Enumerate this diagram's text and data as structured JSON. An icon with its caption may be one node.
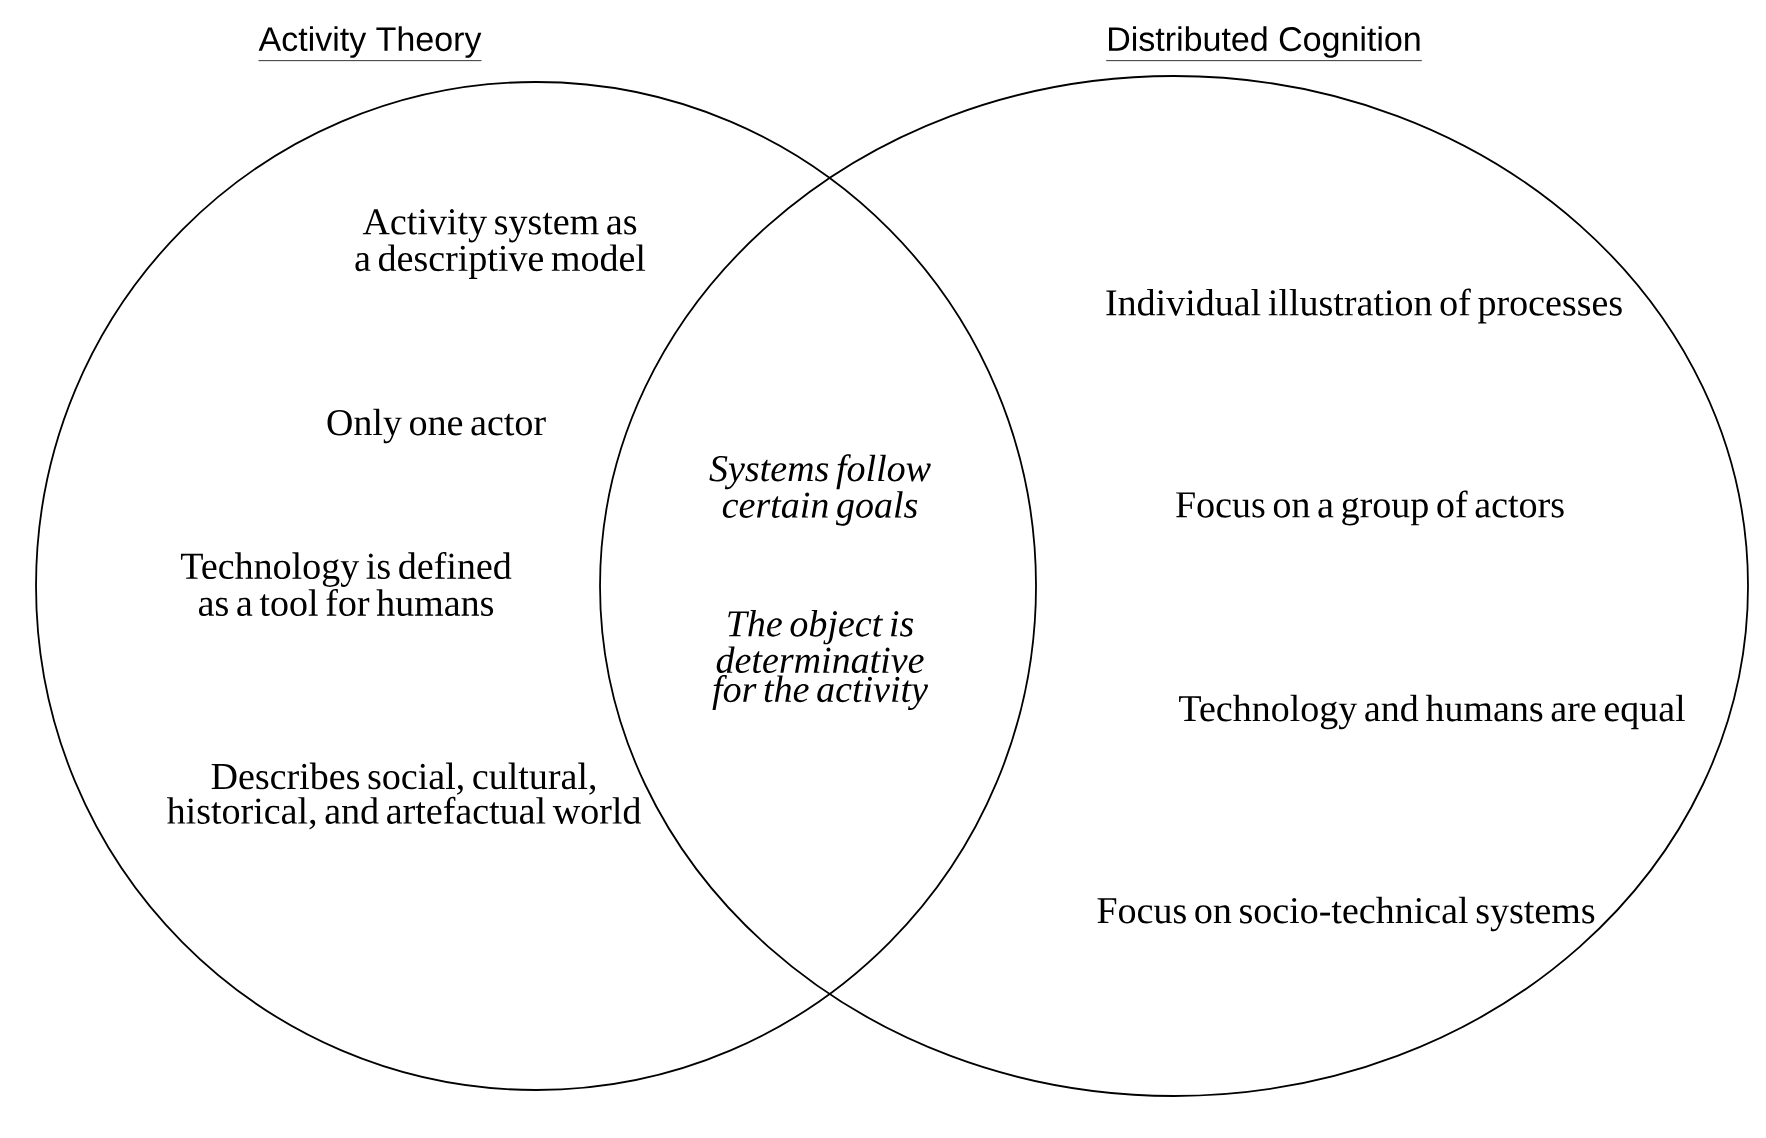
{
  "diagram": {
    "nodes": [
      {
        "text": [
          "Activity Theory",
          "Activity system as a descriptive model",
          "Only one actor",
          "Technology is defined as a tool for humans",
          "Describes social, cultural, historical, and artefactual world"
        ]
      },
      {
        "text": [
          "Distributed Cognition",
          "Individual illustration of processes",
          "Focus on a group of actors",
          "Technology and humans are equal",
          "Focus on socio-technical systems"
        ]
      }
    ],
    "labels": [
      "Systems follow certain goals",
      "The object is determinative for the activity"
    ]
  }
}
